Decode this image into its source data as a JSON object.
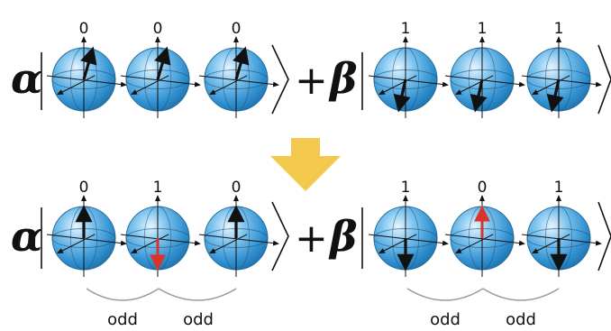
{
  "top_row": {
    "alpha_term": {
      "coefficient": "α",
      "qubits": [
        {
          "label": "0",
          "arrow_color": "#111111",
          "state": "0"
        },
        {
          "label": "0",
          "arrow_color": "#111111",
          "state": "0"
        },
        {
          "label": "0",
          "arrow_color": "#111111",
          "state": "0"
        }
      ]
    },
    "operator": "+",
    "beta_term": {
      "coefficient": "β",
      "qubits": [
        {
          "label": "1",
          "arrow_color": "#111111",
          "state": "1"
        },
        {
          "label": "1",
          "arrow_color": "#111111",
          "state": "1"
        },
        {
          "label": "1",
          "arrow_color": "#111111",
          "state": "1"
        }
      ]
    }
  },
  "transition": {
    "icon": "down-arrow-icon",
    "color": "#f2c94c"
  },
  "bottom_row": {
    "alpha_term": {
      "coefficient": "α",
      "qubits": [
        {
          "label": "0",
          "arrow_color": "#111111",
          "state": "0"
        },
        {
          "label": "1",
          "arrow_color": "#d9342b",
          "state": "1"
        },
        {
          "label": "0",
          "arrow_color": "#111111",
          "state": "0"
        }
      ],
      "parity_labels": [
        "odd",
        "odd"
      ]
    },
    "operator": "+",
    "beta_term": {
      "coefficient": "β",
      "qubits": [
        {
          "label": "1",
          "arrow_color": "#111111",
          "state": "1"
        },
        {
          "label": "0",
          "arrow_color": "#d9342b",
          "state": "0"
        },
        {
          "label": "1",
          "arrow_color": "#111111",
          "state": "1"
        }
      ],
      "parity_labels": [
        "odd",
        "odd"
      ]
    }
  },
  "colors": {
    "sphere": "#4aa3df",
    "error_arrow": "#d9342b",
    "down_arrow": "#f2c94c"
  }
}
